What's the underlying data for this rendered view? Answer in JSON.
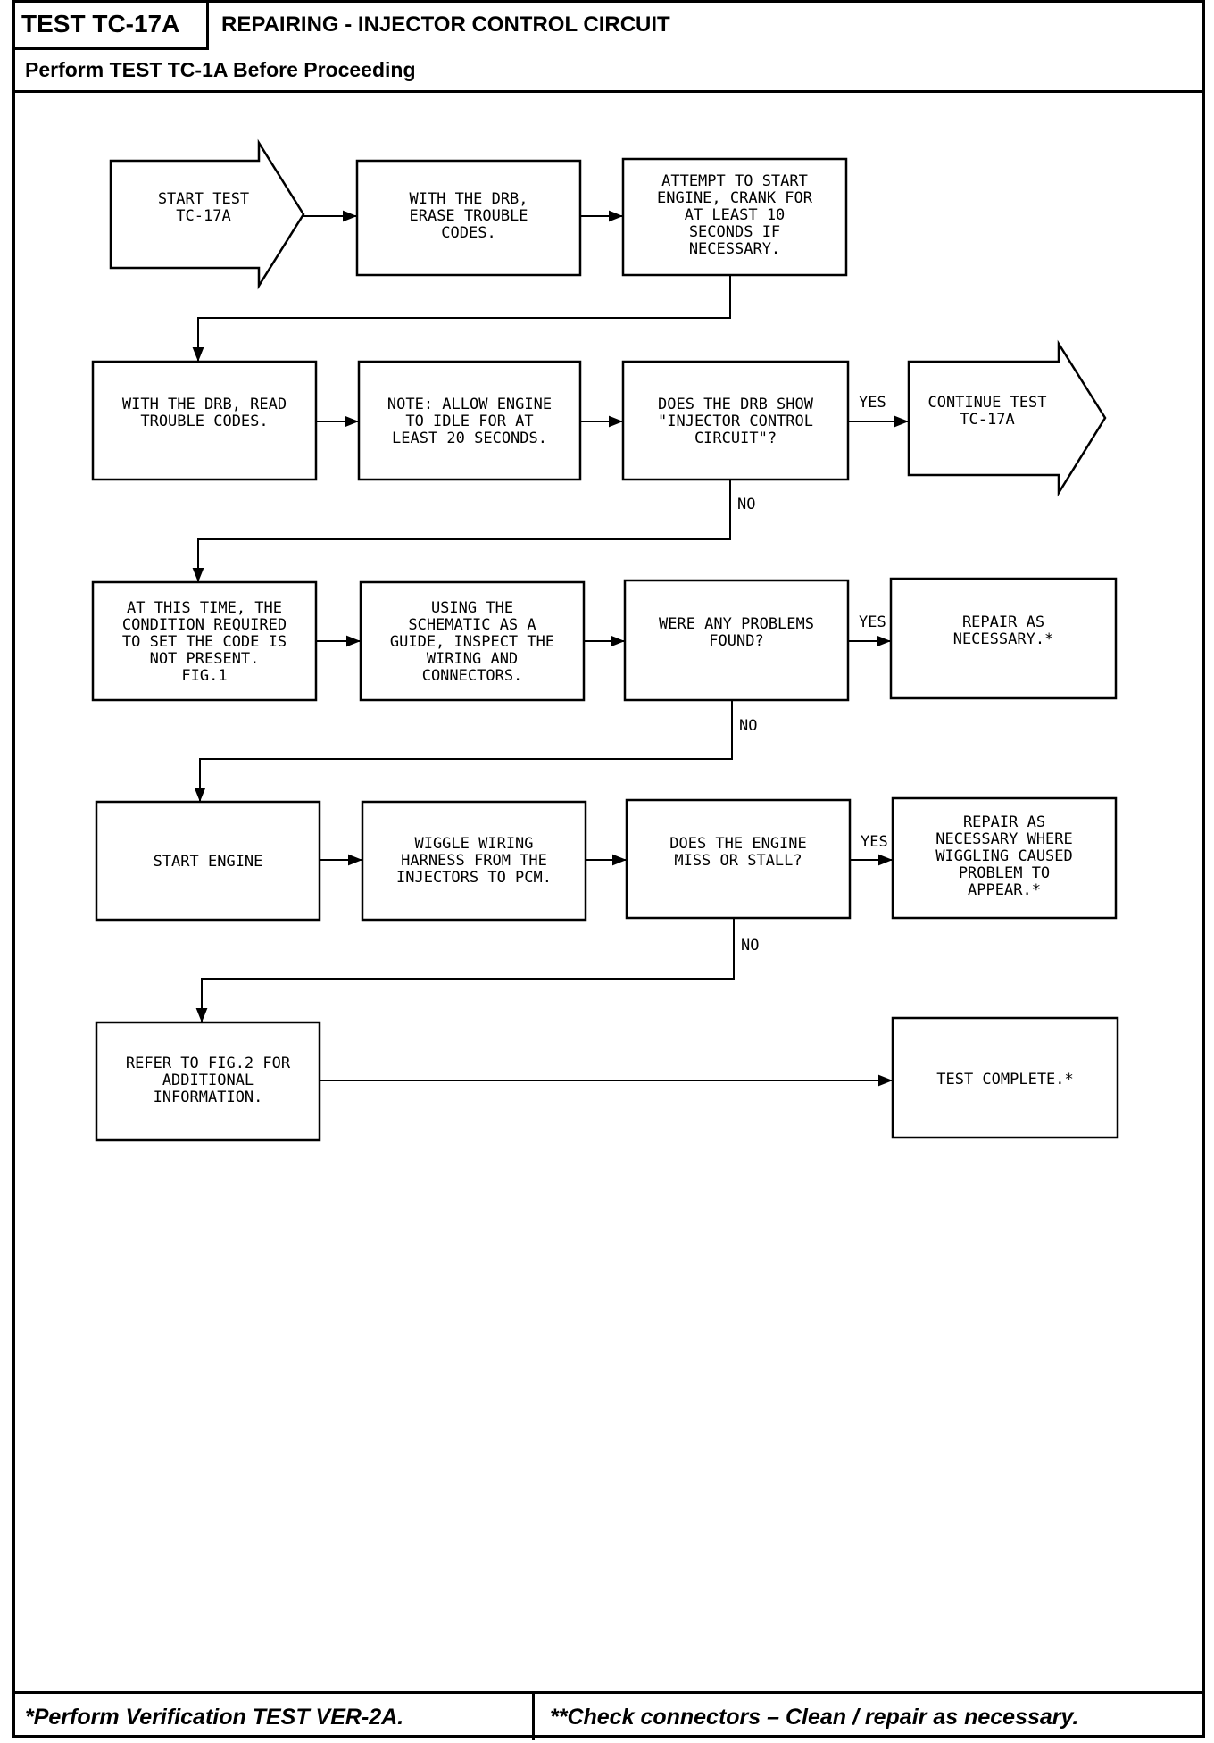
{
  "header": {
    "test_id": "TEST TC-17A",
    "title": "REPAIRING - INJECTOR CONTROL CIRCUIT",
    "prerequisite": "Perform TEST TC-1A Before Proceeding"
  },
  "flow": {
    "start": [
      "START TEST",
      "TC-17A"
    ],
    "erase": [
      "WITH THE DRB,",
      "ERASE TROUBLE",
      "CODES."
    ],
    "attempt": [
      "ATTEMPT TO START",
      "ENGINE, CRANK FOR",
      "AT LEAST 10",
      "SECONDS IF",
      "NECESSARY."
    ],
    "read": [
      "WITH THE DRB, READ",
      "TROUBLE CODES."
    ],
    "note": [
      "NOTE: ALLOW ENGINE",
      "TO IDLE FOR AT",
      "LEAST 20 SECONDS."
    ],
    "does_drb": [
      "DOES THE DRB SHOW",
      "\"INJECTOR CONTROL",
      "CIRCUIT\"?"
    ],
    "continue": [
      "CONTINUE TEST",
      "TC-17A"
    ],
    "at_this_time": [
      "AT THIS TIME, THE",
      "CONDITION REQUIRED",
      "TO SET THE CODE IS",
      "NOT PRESENT.",
      "FIG.1"
    ],
    "using": [
      "USING THE",
      "SCHEMATIC AS A",
      "GUIDE, INSPECT THE",
      "WIRING AND",
      "CONNECTORS."
    ],
    "were_any": [
      "WERE ANY PROBLEMS",
      "FOUND?"
    ],
    "repair1": [
      "REPAIR AS",
      "NECESSARY.*"
    ],
    "start_engine": [
      "START ENGINE"
    ],
    "wiggle": [
      "WIGGLE WIRING",
      "HARNESS FROM THE",
      "INJECTORS TO PCM."
    ],
    "does_engine": [
      "DOES THE ENGINE",
      "MISS OR STALL?"
    ],
    "repair2": [
      "REPAIR AS",
      "NECESSARY WHERE",
      "WIGGLING CAUSED",
      "PROBLEM TO",
      "APPEAR.*"
    ],
    "refer": [
      "REFER TO FIG.2 FOR",
      "ADDITIONAL",
      "INFORMATION."
    ],
    "complete": [
      "TEST COMPLETE.*"
    ]
  },
  "labels": {
    "yes": "YES",
    "no": "NO"
  },
  "footer": {
    "left": "*Perform Verification TEST VER-2A.",
    "right": "**Check connectors – Clean / repair as necessary."
  }
}
